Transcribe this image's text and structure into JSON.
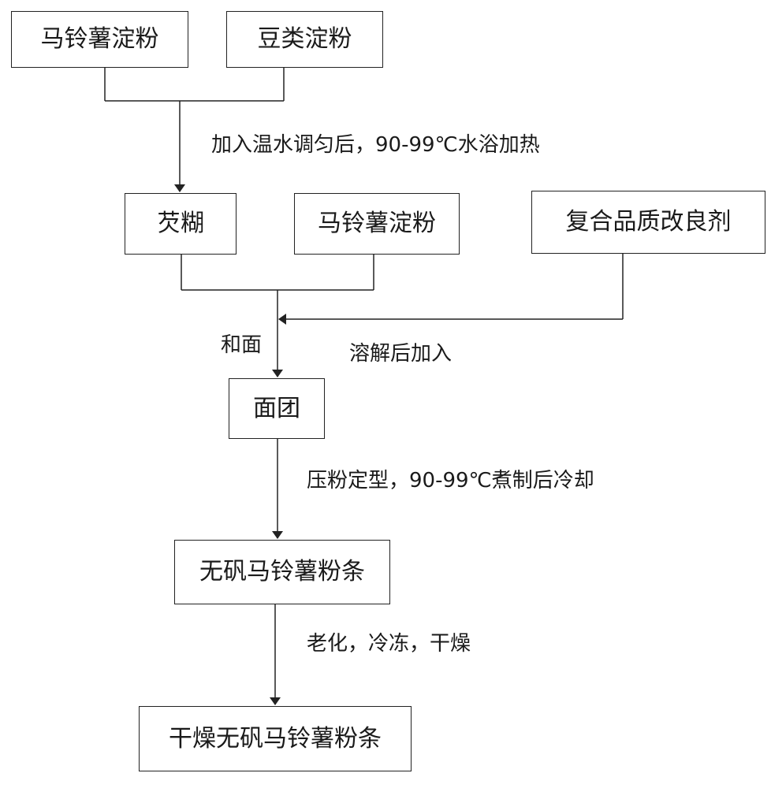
{
  "nodes": {
    "potato_starch_1": "马铃薯淀粉",
    "bean_starch": "豆类淀粉",
    "gelatinized_paste": "芡糊",
    "potato_starch_2": "马铃薯淀粉",
    "compound_improver": "复合品质改良剂",
    "dough": "面团",
    "alum_free_noodles": "无矾马铃薯粉条",
    "dried_alum_free_noodles": "干燥无矾马铃薯粉条"
  },
  "steps": {
    "warm_water_heat": "加入温水调匀后，90-99℃水浴加热",
    "kneading": "和面",
    "dissolve_add": "溶解后加入",
    "press_shape_cook": "压粉定型，90-99℃煮制后冷却",
    "aging_freeze_dry": "老化，冷冻，干燥"
  }
}
